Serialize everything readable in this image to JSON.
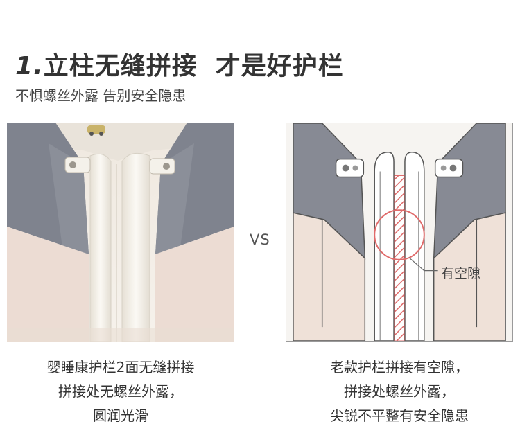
{
  "header": {
    "title_num": "1.",
    "title_part1": "立柱无缝拼接",
    "title_part2": "才是好护栏",
    "subtitle": "不惧螺丝外露 告别安全隐患"
  },
  "compare": {
    "vs_label": "VS",
    "left_caption": [
      "婴睡康护栏2面无缝拼接",
      "拼接处无螺丝外露，",
      "圆润光滑"
    ],
    "right_caption": [
      "老款护栏拼接有空隙，",
      "拼接处螺丝外露，",
      "尖锐不平整有安全隐患"
    ],
    "gap_callout": "有空隙"
  },
  "colors": {
    "gray_fabric": "#7f838e",
    "pink_mesh": "#ecdcd3",
    "pole_white": "#f3efe7",
    "highlight_red": "#e06a6a"
  }
}
